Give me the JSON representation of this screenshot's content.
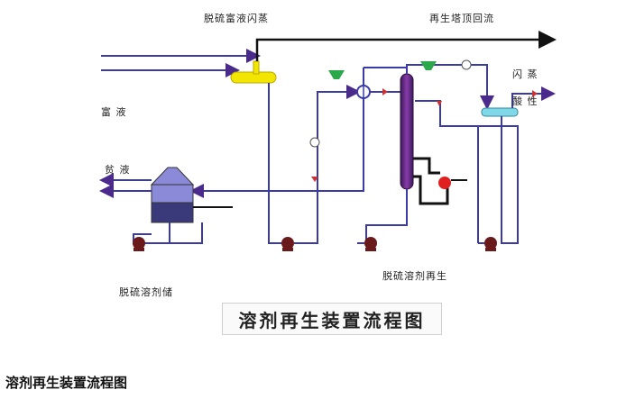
{
  "labels": {
    "flash_rich_liquid": "脱硫富液闪蒸",
    "regen_reflux": "再生塔顶回流",
    "rich_liquid": "富 液",
    "lean_liquid": "贫 液",
    "flash_steam": "闪 蒸",
    "acid_gas": "酸 性",
    "solvent_regen": "脱硫溶剂再生",
    "solvent_storage": "脱硫溶剂储"
  },
  "title_box": "溶剂再生装置流程图",
  "caption": "溶剂再生装置流程图",
  "colors": {
    "pipe": "#3a3aa8",
    "arrow": "#4a2a8a",
    "black_pipe": "#111111",
    "flash_drum": "#f2e600",
    "tower": "#5a2a7a",
    "separator": "#7fd8e8",
    "funnel": "#2aa84a",
    "pump": "#6a1a1a",
    "tank_top": "#8a8ad8",
    "tank_bottom": "#3a3a7a",
    "reboiler": "#e02020"
  }
}
